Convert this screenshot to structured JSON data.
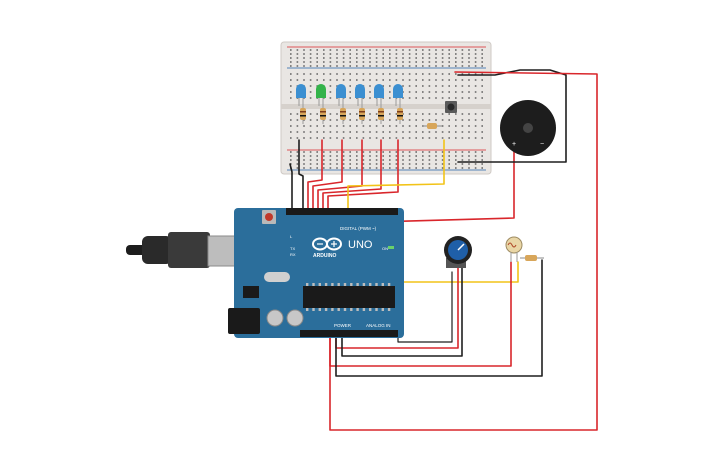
{
  "board": {
    "brand": "ARDUINO",
    "model": "UNO",
    "digital_header": "DIGITAL (PWM ~)",
    "power_header": "POWER",
    "analog_header": "ANALOG IN",
    "on_label": "ON",
    "tx_label": "TX",
    "rx_label": "RX",
    "l_label": "L"
  },
  "buzzer": {
    "plus": "+",
    "minus": "−"
  },
  "colors": {
    "board": "#2b6e9b",
    "breadboard": "#e9e6e3",
    "wire_red": "#d9262b",
    "wire_black": "#1f1f1f",
    "wire_yellow": "#f2c318",
    "led_blue": "#3b8fd1",
    "led_green": "#33b34a",
    "buzzer": "#1d1d1d",
    "pot_knob": "#1f5fa8",
    "background": "#ffffff"
  },
  "leds": [
    {
      "color": "led_blue"
    },
    {
      "color": "led_green"
    },
    {
      "color": "led_blue"
    },
    {
      "color": "led_blue"
    },
    {
      "color": "led_blue"
    },
    {
      "color": "led_blue"
    }
  ]
}
